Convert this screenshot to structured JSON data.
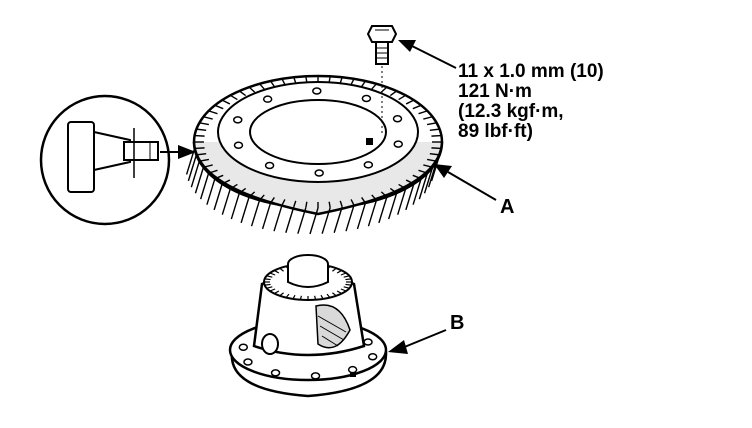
{
  "torque_spec": {
    "line1": "11 x 1.0 mm (10)",
    "line2": "121 N·m",
    "line3": "(12.3 kgf·m,",
    "line4": "89 lbf·ft)"
  },
  "callouts": {
    "a": "A",
    "b": "B"
  },
  "colors": {
    "ink": "#000000",
    "paper": "#ffffff"
  }
}
